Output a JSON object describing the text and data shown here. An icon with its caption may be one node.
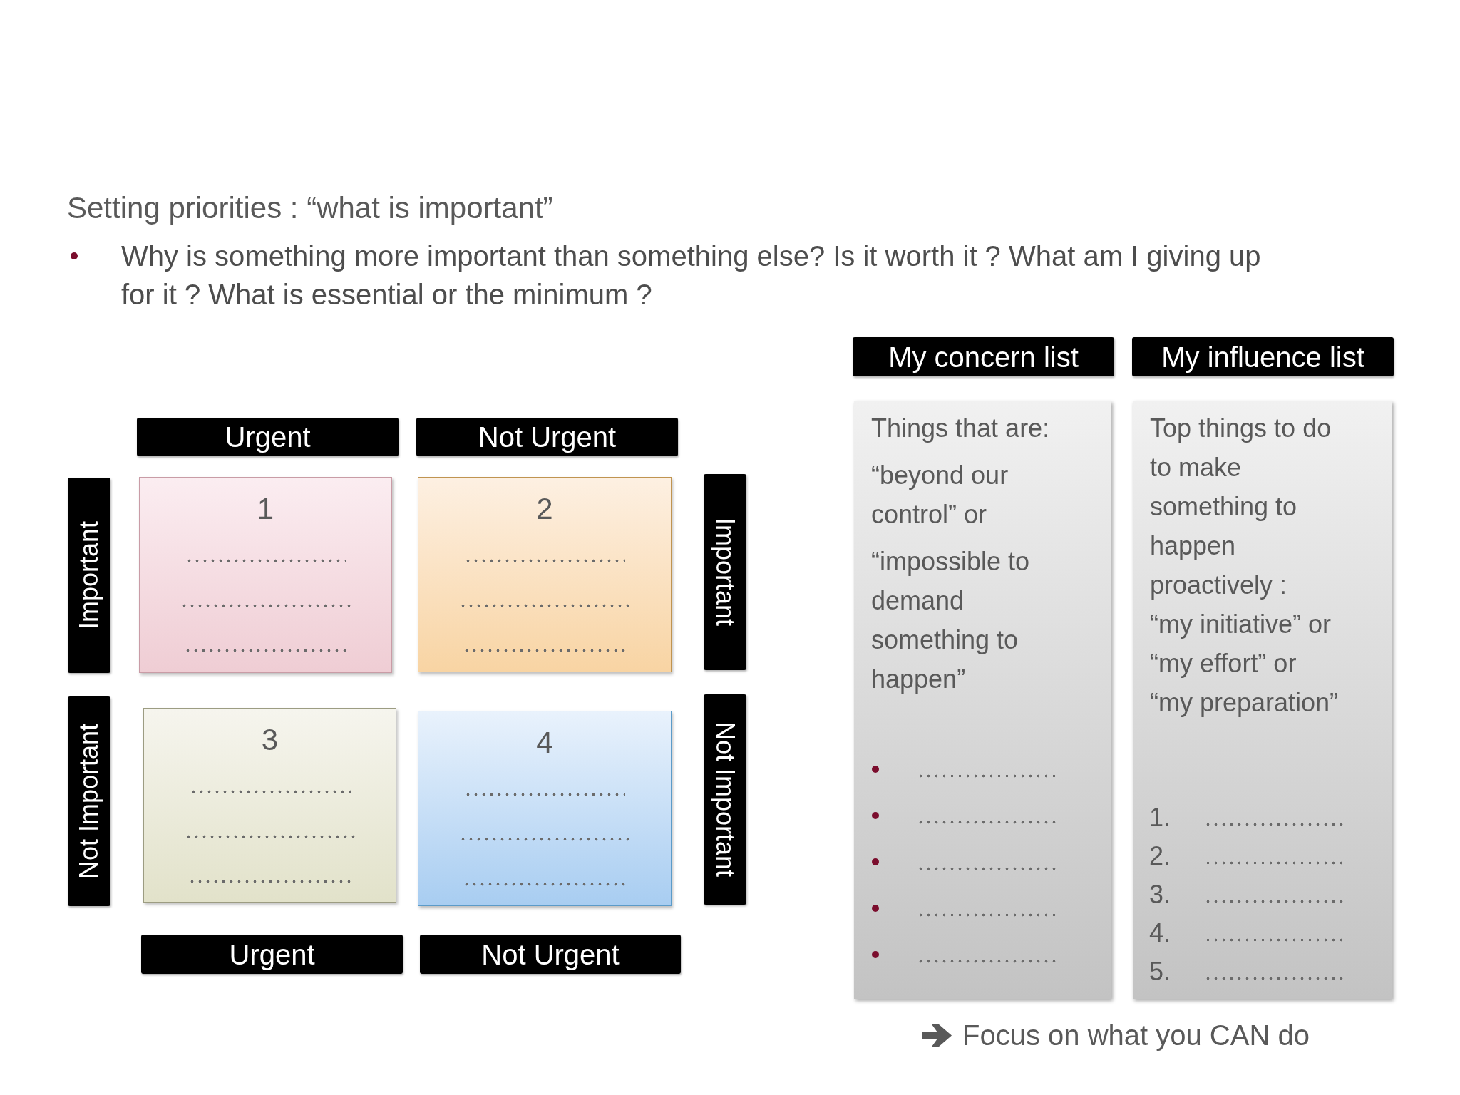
{
  "diagram": {
    "title": "Setting priorities : “what is important”",
    "nodes": [
      {
        "text": [
          "Urgent"
        ]
      },
      {
        "text": [
          "Not Urgent"
        ]
      },
      {
        "text": [
          "Important"
        ]
      },
      {
        "text": [
          "1"
        ]
      },
      {
        "text": [
          "2"
        ]
      },
      {
        "text": [
          "Important"
        ]
      },
      {
        "text": [
          "Not Important"
        ]
      },
      {
        "text": [
          "3"
        ]
      },
      {
        "text": [
          "4"
        ]
      },
      {
        "text": [
          "Not Important"
        ]
      },
      {
        "text": [
          "Urgent"
        ]
      },
      {
        "text": [
          "Not Urgent"
        ]
      },
      {
        "text": [
          "My concern list"
        ]
      },
      {
        "text": [
          "My influence list"
        ]
      },
      {
        "text": [
          "Things that are:",
          "“beyond our control” or",
          "“impossible to demand something to happen”"
        ]
      },
      {
        "text": [
          "Top things to do to make something to happen proactively :",
          "“my initiative” or",
          "“my effort” or",
          "“my preparation”",
          "1.",
          "2.",
          "3.",
          "4.",
          "5."
        ]
      }
    ],
    "labels": [
      "Why is something more important than something else? Is it worth it ? What am I giving up for it ? What is essential or the minimum ?",
      "Focus on what you CAN do"
    ]
  }
}
